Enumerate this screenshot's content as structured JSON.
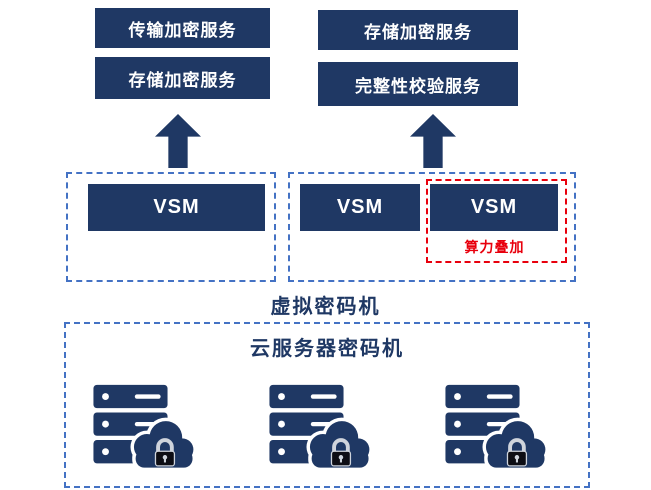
{
  "top_left_services": {
    "items": [
      "传输加密服务",
      "存储加密服务"
    ]
  },
  "top_right_services": {
    "items": [
      "存储加密服务",
      "完整性校验服务"
    ]
  },
  "vsm": {
    "left": "VSM",
    "right_1": "VSM",
    "right_2": "VSM"
  },
  "labels": {
    "overlay": "算力叠加",
    "virtual_crypto_machine": "虚拟密码机",
    "cloud_server_crypto_machine": "云服务器密码机"
  },
  "colors": {
    "navy": "#1f3864",
    "dash_blue": "#4472c4",
    "dash_red": "#e8000d",
    "white": "#ffffff"
  }
}
